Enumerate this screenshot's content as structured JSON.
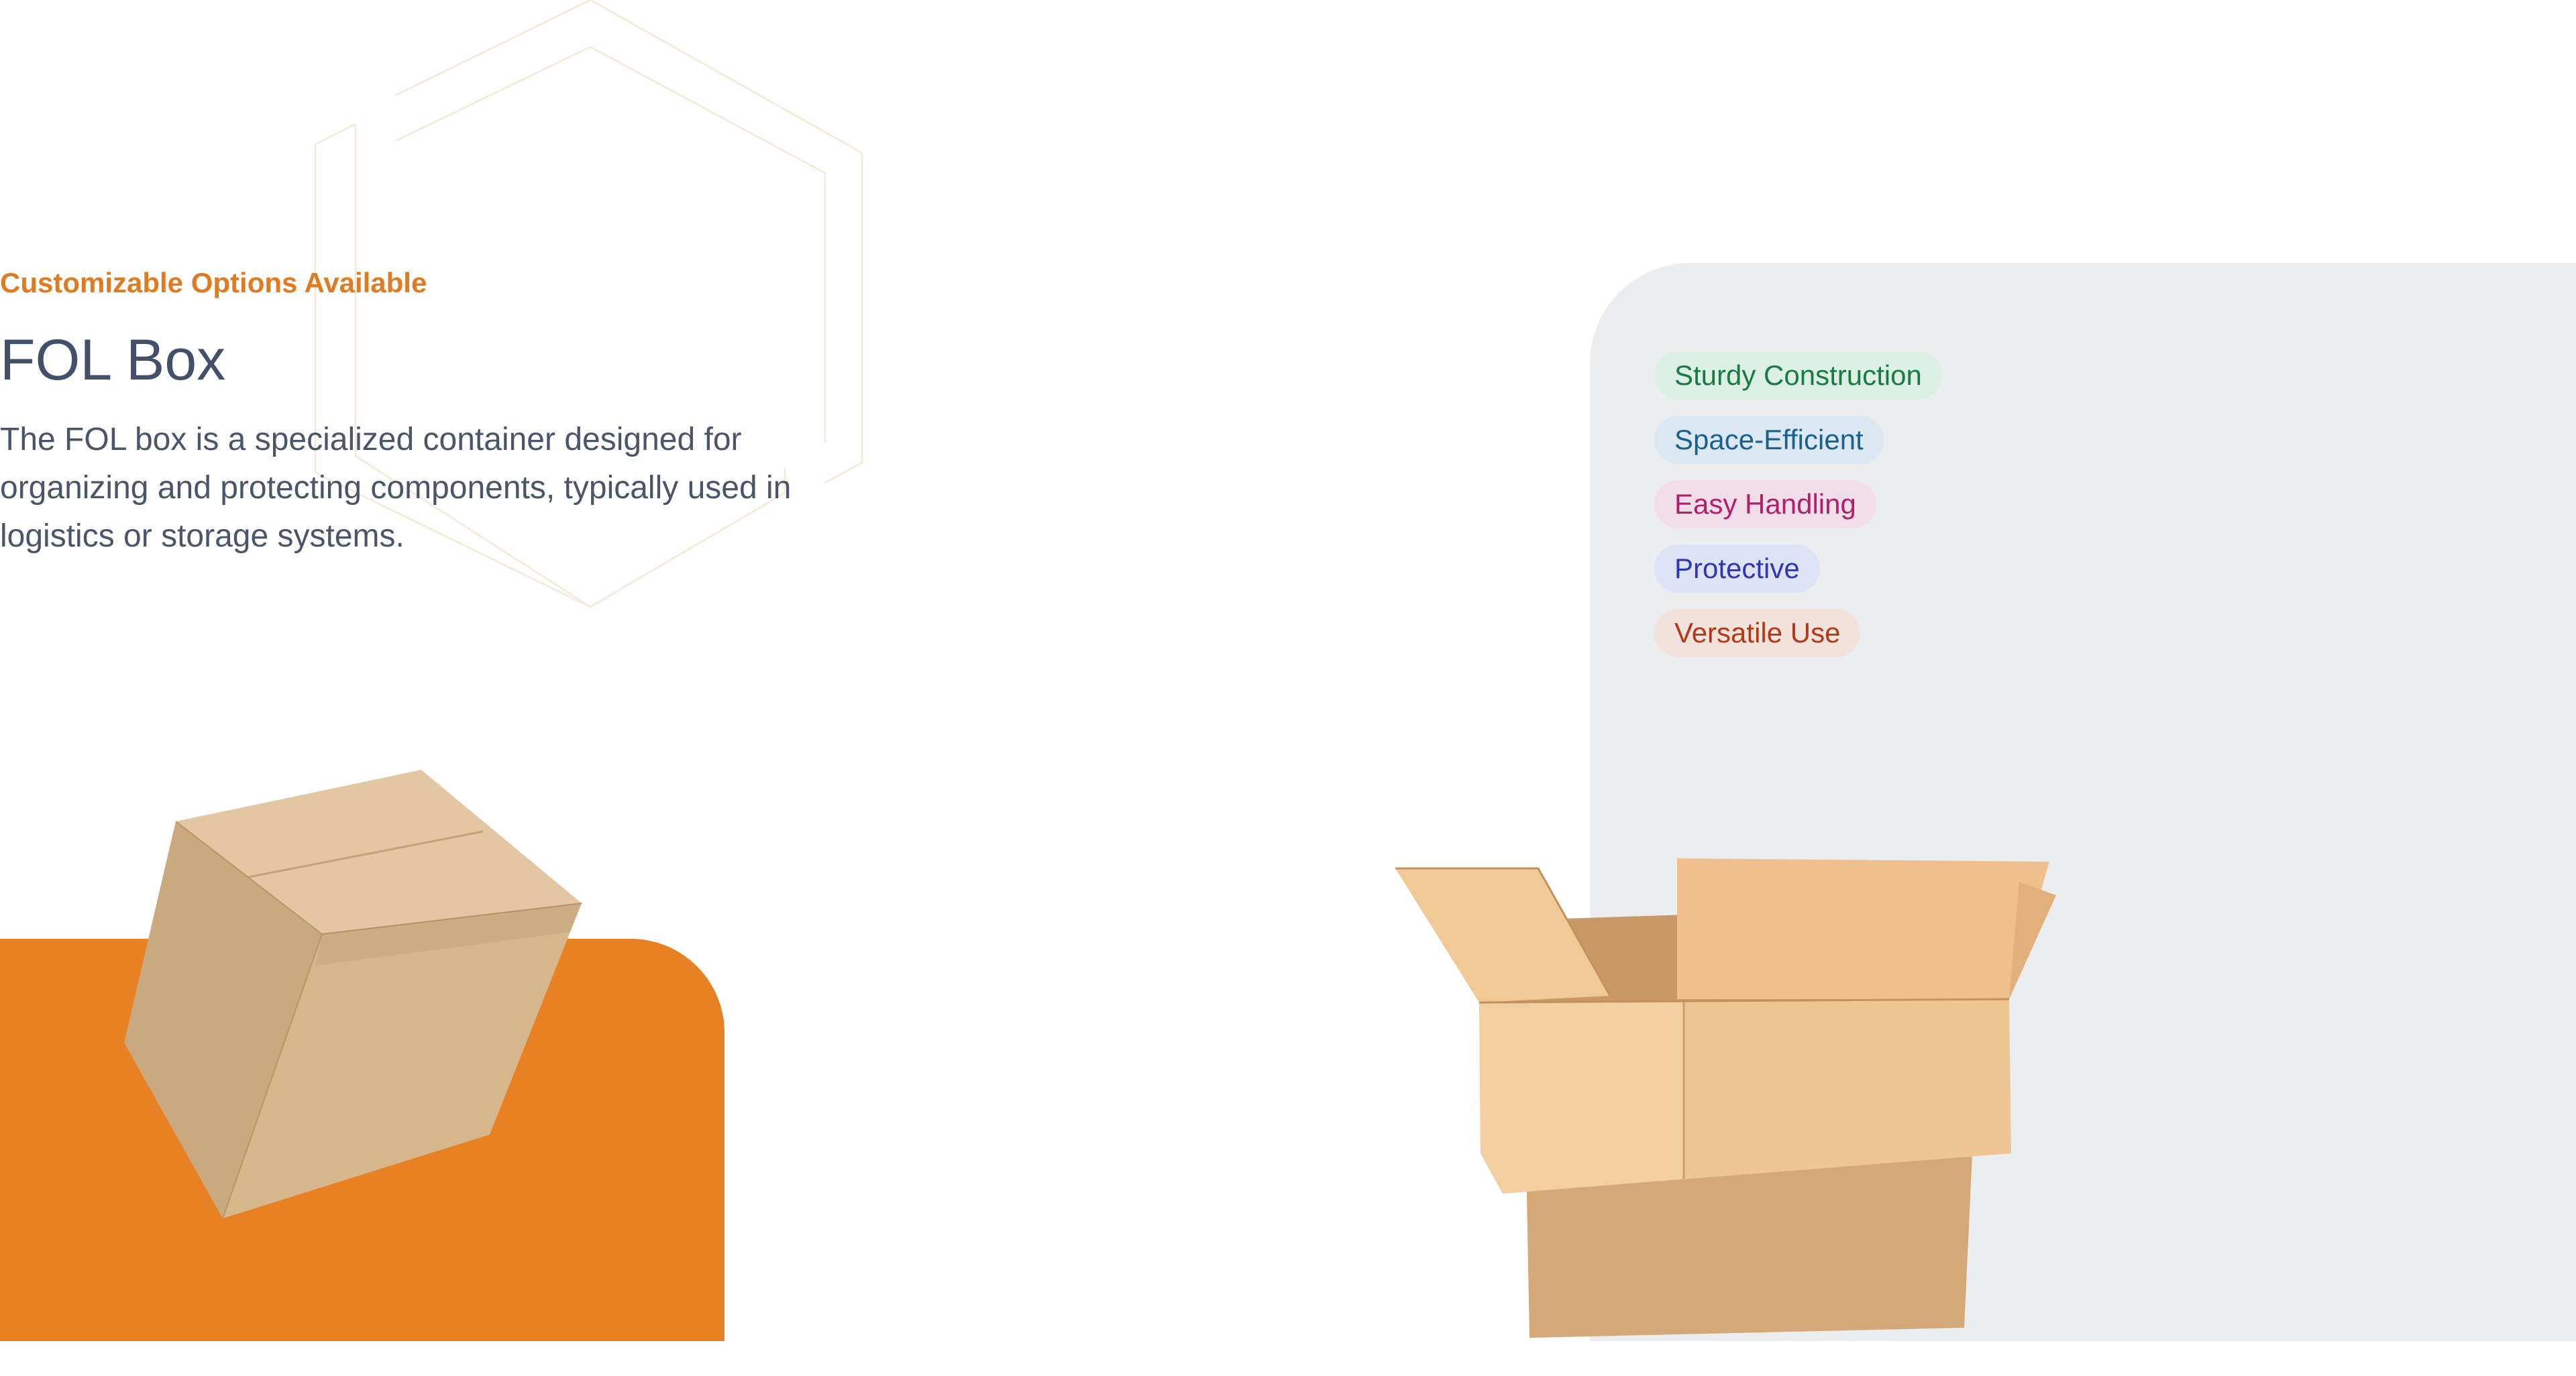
{
  "hero": {
    "eyebrow": "Customizable Options Available",
    "title": "FOL Box",
    "description": "The FOL box is a specialized container designed for organizing and protecting components, typically used in logistics or storage systems."
  },
  "features": [
    {
      "label": "Sturdy Construction",
      "text_color": "#1a7a45",
      "bg_color": "#dcefe4"
    },
    {
      "label": "Space-Efficient",
      "text_color": "#1b6190",
      "bg_color": "#dbe8f2"
    },
    {
      "label": "Easy Handling",
      "text_color": "#b11f6c",
      "bg_color": "#f1dde8"
    },
    {
      "label": "Protective",
      "text_color": "#2e37b4",
      "bg_color": "#dde2f5"
    },
    {
      "label": "Versatile Use",
      "text_color": "#b4371a",
      "bg_color": "#f1e2db"
    }
  ],
  "colors": {
    "accent_orange": "#e78123",
    "title": "#445069",
    "panel_grey": "#ecedef"
  },
  "images": {
    "box_left": "closed-cardboard-box",
    "box_right": "stacked-open-cardboard-boxes",
    "decoration": "hexagon-outline"
  }
}
